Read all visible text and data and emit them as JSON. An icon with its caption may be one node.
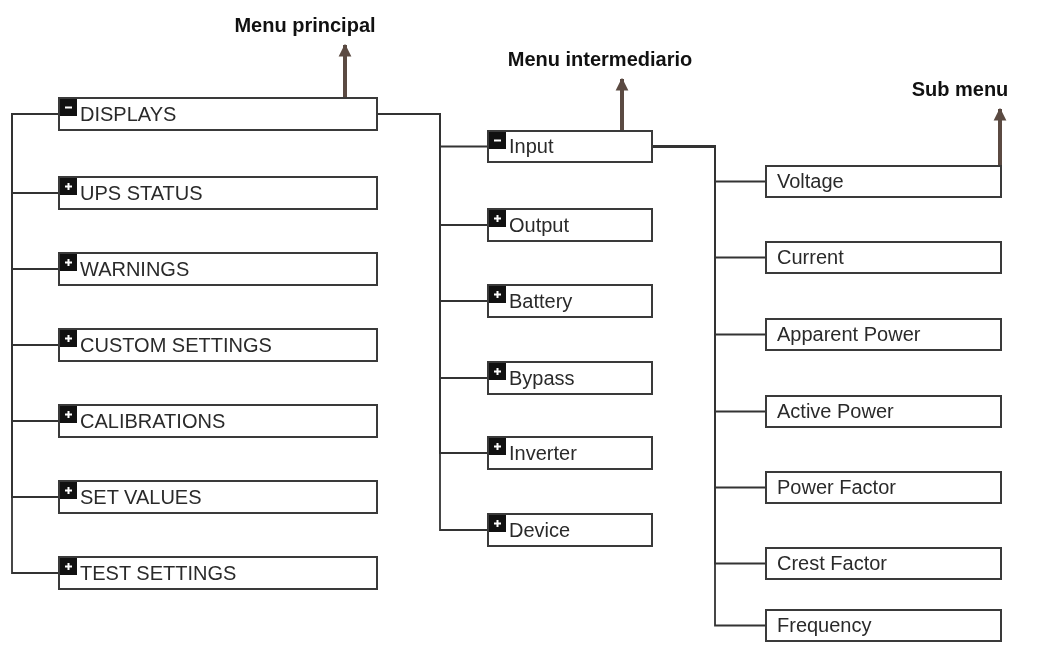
{
  "diagram": {
    "nodes": [
      {
        "text": [
          "Menu principal"
        ]
      },
      {
        "text": [
          "Menu intermediario"
        ]
      },
      {
        "text": [
          "Sub menu"
        ]
      },
      {
        "text": [
          "DISPLAYS"
        ]
      },
      {
        "text": [
          "UPS STATUS"
        ]
      },
      {
        "text": [
          "WARNINGS"
        ]
      },
      {
        "text": [
          "CUSTOM SETTINGS"
        ]
      },
      {
        "text": [
          "CALIBRATIONS"
        ]
      },
      {
        "text": [
          "SET VALUES"
        ]
      },
      {
        "text": [
          "TEST SETTINGS"
        ]
      },
      {
        "text": [
          "Input"
        ]
      },
      {
        "text": [
          "Output"
        ]
      },
      {
        "text": [
          "Battery"
        ]
      },
      {
        "text": [
          "Bypass"
        ]
      },
      {
        "text": [
          "Inverter"
        ]
      },
      {
        "text": [
          "Device"
        ]
      },
      {
        "text": [
          "Voltage"
        ]
      },
      {
        "text": [
          "Current"
        ]
      },
      {
        "text": [
          "Apparent Power"
        ]
      },
      {
        "text": [
          "Active Power"
        ]
      },
      {
        "text": [
          "Power Factor"
        ]
      },
      {
        "text": [
          "Crest Factor"
        ]
      },
      {
        "text": [
          "Frequency"
        ]
      }
    ],
    "edges": [
      {
        "from": 3,
        "to": 0,
        "arrow": "to",
        "style": "thick",
        "color": "#5b4a42"
      },
      {
        "from": 10,
        "to": 1,
        "arrow": "to",
        "style": "thick",
        "color": "#5b4a42"
      },
      {
        "from": 16,
        "to": 2,
        "arrow": "to",
        "style": "thick",
        "color": "#5b4a42"
      },
      {
        "from": 3,
        "to": 4,
        "arrow": "none"
      },
      {
        "from": 3,
        "to": 5,
        "arrow": "none"
      },
      {
        "from": 3,
        "to": 6,
        "arrow": "none"
      },
      {
        "from": 3,
        "to": 7,
        "arrow": "none"
      },
      {
        "from": 3,
        "to": 8,
        "arrow": "none"
      },
      {
        "from": 3,
        "to": 9,
        "arrow": "none"
      },
      {
        "from": 3,
        "to": 10,
        "arrow": "none"
      },
      {
        "from": 3,
        "to": 11,
        "arrow": "none"
      },
      {
        "from": 3,
        "to": 12,
        "arrow": "none"
      },
      {
        "from": 3,
        "to": 13,
        "arrow": "none"
      },
      {
        "from": 3,
        "to": 14,
        "arrow": "none"
      },
      {
        "from": 3,
        "to": 15,
        "arrow": "none"
      },
      {
        "from": 10,
        "to": 16,
        "arrow": "none"
      },
      {
        "from": 10,
        "to": 17,
        "arrow": "none"
      },
      {
        "from": 10,
        "to": 18,
        "arrow": "none"
      },
      {
        "from": 10,
        "to": 19,
        "arrow": "none"
      },
      {
        "from": 10,
        "to": 20,
        "arrow": "none"
      },
      {
        "from": 10,
        "to": 21,
        "arrow": "none"
      },
      {
        "from": 10,
        "to": 22,
        "arrow": "none"
      }
    ]
  }
}
